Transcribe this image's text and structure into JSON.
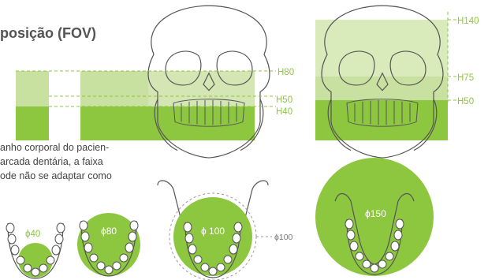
{
  "title": "posição (FOV)",
  "description": [
    "anho corporal do pacien-",
    "arcada dentária, a faixa",
    "ode não se adaptar como"
  ],
  "colors": {
    "accent_green": "#8dc63f",
    "light_green": "#c8e0a0",
    "pale_green": "#d9ebbb",
    "line": "#555555"
  },
  "height_labels": {
    "left": [
      "H80",
      "H50",
      "H40"
    ],
    "right": [
      "H140",
      "H75",
      "H50"
    ]
  },
  "diameter_labels": {
    "d40": "ϕ40",
    "d80": "ϕ80",
    "d100_inner": "ϕ 100",
    "d100_outer": "ϕ100",
    "d150": "ϕ150"
  }
}
